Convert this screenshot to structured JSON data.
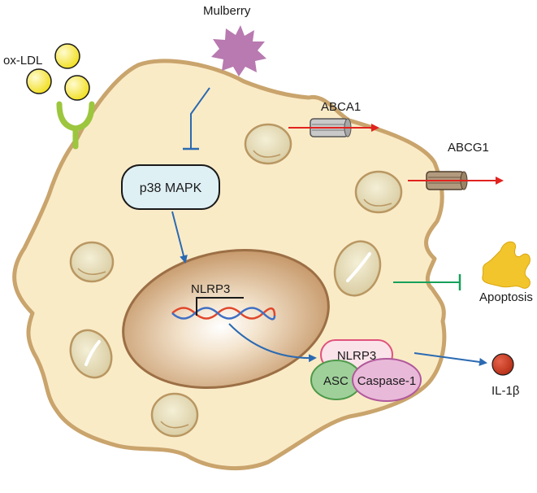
{
  "labels": {
    "ox_ldl": "ox-LDL",
    "mulberry": "Mulberry",
    "abca1": "ABCA1",
    "abcg1": "ABCG1",
    "p38_mapk": "p38 MAPK",
    "nlrp3_gene": "NLRP3",
    "nlrp3_protein": "NLRP3",
    "asc": "ASC",
    "caspase1": "Caspase-1",
    "apoptosis": "Apoptosis",
    "il1b": "IL-1β"
  },
  "colors": {
    "cell_fill": "#faebc7",
    "cell_stroke": "#c9a46c",
    "nucleus_fill": "#c79a6c",
    "mulberry": "#b87ab0",
    "ox_ldl": "#f5e52e",
    "receptor": "#9cc63e",
    "p38_fill": "#dff0f5",
    "nlrp3_fill": "#fbe3ea",
    "asc_fill": "#9fd09a",
    "caspase_fill": "#e9b9d9",
    "apoptosis": "#f3c52c",
    "il1b": "#c8391e",
    "efflux_arrow": "#e1231f",
    "inhibit_blue": "#2b6ab2",
    "inhibit_green": "#16a05a"
  }
}
